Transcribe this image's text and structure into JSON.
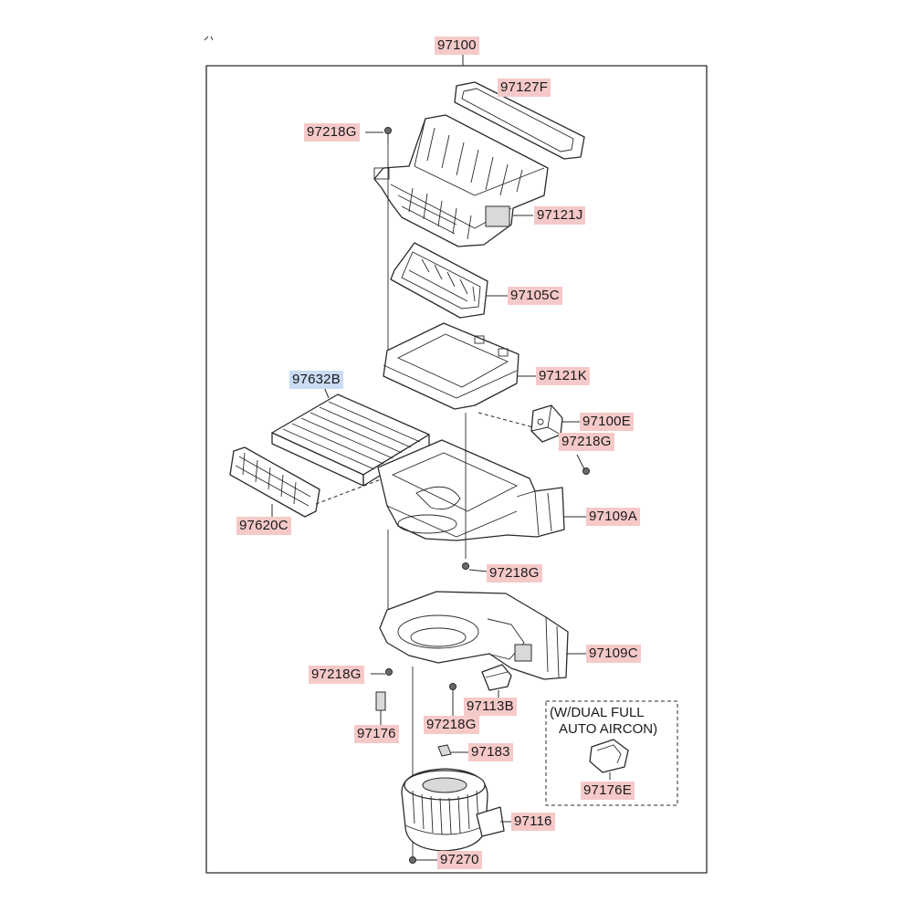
{
  "diagram": {
    "parts": {
      "assembly": "97100",
      "p97127F": "97127F",
      "p97218G_top": "97218G",
      "p97121J": "97121J",
      "p97105C": "97105C",
      "p97121K": "97121K",
      "p97632B": "97632B",
      "p97100E": "97100E",
      "p97218G_right": "97218G",
      "p97620C": "97620C",
      "p97109A": "97109A",
      "p97218G_mid": "97218G",
      "p97109C": "97109C",
      "p97218G_left": "97218G",
      "p97113B": "97113B",
      "p97218G_low": "97218G",
      "p97176": "97176",
      "p97183": "97183",
      "p97116": "97116",
      "p97270": "97270",
      "p97176E": "97176E"
    },
    "option_note_line1": "(W/DUAL FULL",
    "option_note_line2": "AUTO AIRCON)"
  }
}
